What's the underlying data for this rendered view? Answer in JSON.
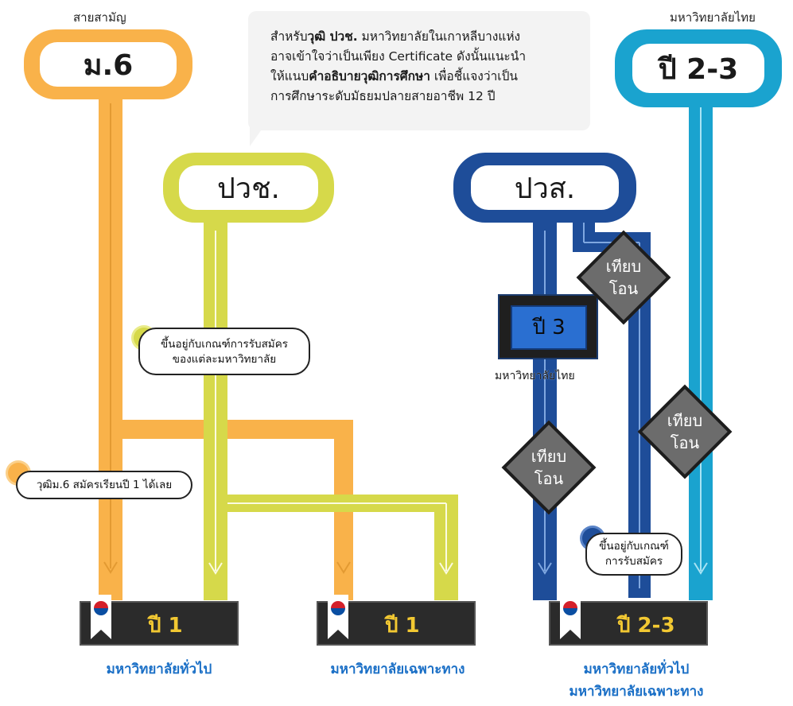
{
  "labels": {
    "left_track": "สายสามัญ",
    "right_track": "มหาวิทยาลัยไทย"
  },
  "nodes": {
    "m6": "ม.6",
    "pvch": "ปวช.",
    "pvs": "ปวส.",
    "thai_year": "ปี 2-3",
    "year3": "ปี 3",
    "year3_caption": "มหาวิทยาลัยไทย"
  },
  "note": {
    "p1": "สำหรับ",
    "p1_bold": "วุฒิ ปวช.",
    "p2": " มหาวิทยาลัยในเกาหลีบางแห่ง",
    "line2": "อาจเข้าใจว่าเป็นเพียง Certificate ดังนั้นแนะนำ",
    "line3_a": "ให้แนบ",
    "line3_bold": "คำอธิบายวุฒิการศึกษา",
    "line3_b": " เพื่อชี้แจงว่าเป็น",
    "line4": "การศึกษาระดับมัธยมปลายสายอาชีพ 12 ปี"
  },
  "bubbles": {
    "criteria_line1": "ขึ้นอยู่กับเกณฑ์การรับสมัคร",
    "criteria_line2": "ของแต่ละมหาวิทยาลัย",
    "m6_direct": "วุฒิม.6 สมัครเรียนปี 1 ได้เลย",
    "criteria2_line1": "ขึ้นอยู่กับเกณฑ์",
    "criteria2_line2": "การรับสมัคร"
  },
  "transfer": {
    "line1": "เทียบ",
    "line2": "โอน"
  },
  "outcomes": [
    {
      "year": "ปี 1",
      "university": "มหาวิทยาลัยทั่วไป",
      "university2": ""
    },
    {
      "year": "ปี 1",
      "university": "มหาวิทยาลัยเฉพาะทาง",
      "university2": ""
    },
    {
      "year": "ปี 2-3",
      "university": "มหาวิทยาลัยทั่วไป",
      "university2": "มหาวิทยาลัยเฉพาะทาง"
    }
  ],
  "colors": {
    "m6": "#f9b24a",
    "pvch": "#d6d94a",
    "pvs": "#1e4d99",
    "thai": "#1aa3cf",
    "outcome_box": "#2b2b2b",
    "outcome_text": "#f2c832",
    "university_text": "#1a6fc6"
  }
}
